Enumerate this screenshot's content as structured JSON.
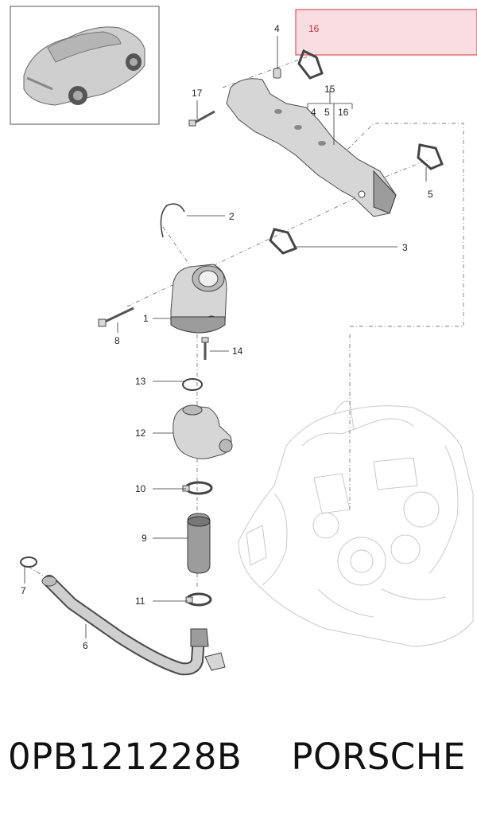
{
  "diagram": {
    "highlight_color": "#f9dde3",
    "highlight_border": "#d9303c",
    "highlight_number": "16",
    "group_label": "15",
    "group_members": [
      "4",
      "5",
      "16"
    ],
    "callouts": {
      "c1": "1",
      "c2": "2",
      "c3": "3",
      "c4": "4",
      "c5": "5",
      "c6": "6",
      "c7": "7",
      "c8": "8",
      "c9": "9",
      "c10": "10",
      "c11": "11",
      "c12": "12",
      "c13": "13",
      "c14": "14",
      "c17": "17"
    }
  },
  "caption": {
    "part_number": "0PB121228B",
    "brand": "PORSCHE"
  }
}
